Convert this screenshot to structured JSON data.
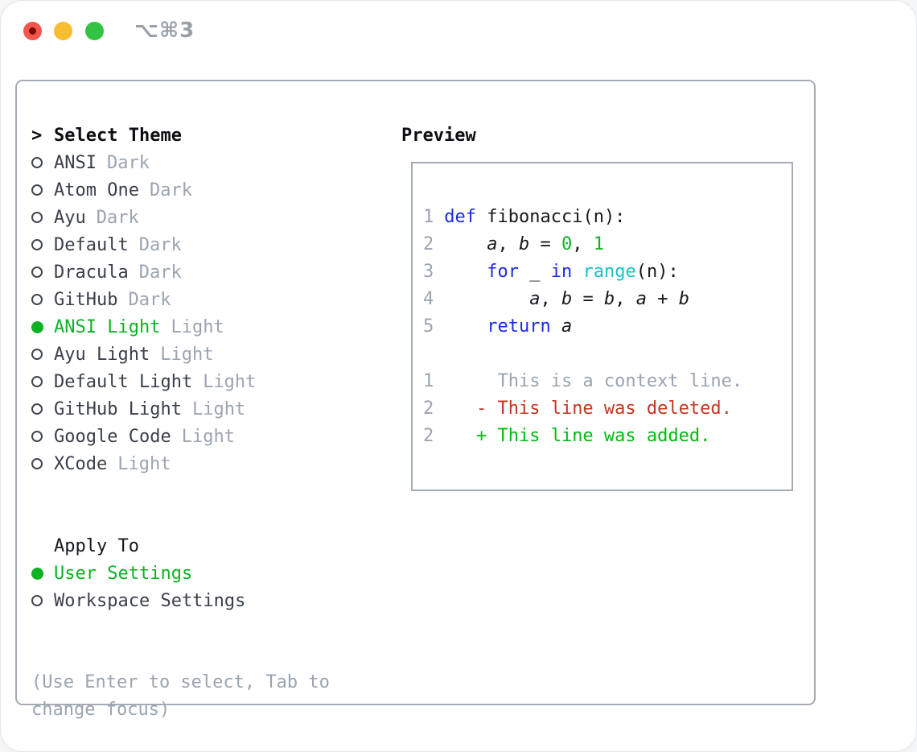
{
  "colors": {
    "kw": "#1c2be2",
    "fn": "#13c4ca",
    "num": "#0fb224",
    "code": "#15181d",
    "del": "#c13720",
    "add": "#02ba10",
    "muted": "#9ba4b0",
    "name": "#3a3f49",
    "accent": "#0fb224",
    "border": "#a4abb6",
    "titleink": "#0c0e12"
  },
  "titlebar": {
    "shortcut": "⌥⌘3",
    "traffic_red": "#f2564f",
    "traffic_yellow": "#f6bd30",
    "traffic_green": "#33c342"
  },
  "select_theme": {
    "prompt": ">",
    "title": "Select Theme",
    "items": [
      {
        "name": "ANSI",
        "tag": "Dark",
        "selected": false
      },
      {
        "name": "Atom One",
        "tag": "Dark",
        "selected": false
      },
      {
        "name": "Ayu",
        "tag": "Dark",
        "selected": false
      },
      {
        "name": "Default",
        "tag": "Dark",
        "selected": false
      },
      {
        "name": "Dracula",
        "tag": "Dark",
        "selected": false
      },
      {
        "name": "GitHub",
        "tag": "Dark",
        "selected": false
      },
      {
        "name": "ANSI Light",
        "tag": "Light",
        "selected": true
      },
      {
        "name": "Ayu Light",
        "tag": "Light",
        "selected": false
      },
      {
        "name": "Default Light",
        "tag": "Light",
        "selected": false
      },
      {
        "name": "GitHub Light",
        "tag": "Light",
        "selected": false
      },
      {
        "name": "Google Code",
        "tag": "Light",
        "selected": false
      },
      {
        "name": "XCode",
        "tag": "Light",
        "selected": false
      }
    ]
  },
  "apply_to": {
    "title": "Apply To",
    "options": [
      {
        "label": "User Settings",
        "selected": true
      },
      {
        "label": "Workspace Settings",
        "selected": false
      }
    ]
  },
  "hint": "(Use Enter to select, Tab to change focus)",
  "preview": {
    "title": "Preview",
    "lines": [
      {
        "num": "1",
        "segments": [
          {
            "c": "k",
            "t": "def"
          },
          {
            "c": "p",
            "t": " fibonacci(n):"
          }
        ]
      },
      {
        "num": "2",
        "segments": [
          {
            "c": "p",
            "t": "    "
          },
          {
            "c": "v",
            "t": "a"
          },
          {
            "c": "p",
            "t": ", "
          },
          {
            "c": "v",
            "t": "b"
          },
          {
            "c": "p",
            "t": " = "
          },
          {
            "c": "n",
            "t": "0"
          },
          {
            "c": "p",
            "t": ", "
          },
          {
            "c": "n",
            "t": "1"
          }
        ]
      },
      {
        "num": "3",
        "segments": [
          {
            "c": "p",
            "t": "    "
          },
          {
            "c": "k",
            "t": "for"
          },
          {
            "c": "p",
            "t": " _ "
          },
          {
            "c": "k",
            "t": "in"
          },
          {
            "c": "p",
            "t": " "
          },
          {
            "c": "f",
            "t": "range"
          },
          {
            "c": "p",
            "t": "(n):"
          }
        ]
      },
      {
        "num": "4",
        "segments": [
          {
            "c": "p",
            "t": "        "
          },
          {
            "c": "v",
            "t": "a"
          },
          {
            "c": "p",
            "t": ", "
          },
          {
            "c": "v",
            "t": "b"
          },
          {
            "c": "p",
            "t": " = "
          },
          {
            "c": "v",
            "t": "b"
          },
          {
            "c": "p",
            "t": ", "
          },
          {
            "c": "v",
            "t": "a"
          },
          {
            "c": "p",
            "t": " + "
          },
          {
            "c": "v",
            "t": "b"
          }
        ]
      },
      {
        "num": "5",
        "segments": [
          {
            "c": "p",
            "t": "    "
          },
          {
            "c": "k",
            "t": "return"
          },
          {
            "c": "p",
            "t": " "
          },
          {
            "c": "v",
            "t": "a"
          }
        ]
      },
      {
        "num": "",
        "segments": []
      },
      {
        "num": "1",
        "segments": [
          {
            "c": "ctx",
            "t": "     This is a context line."
          }
        ]
      },
      {
        "num": "2",
        "segments": [
          {
            "c": "del",
            "t": "   - This line was deleted."
          }
        ]
      },
      {
        "num": "2",
        "segments": [
          {
            "c": "add",
            "t": "   + This line was added."
          }
        ]
      }
    ]
  }
}
